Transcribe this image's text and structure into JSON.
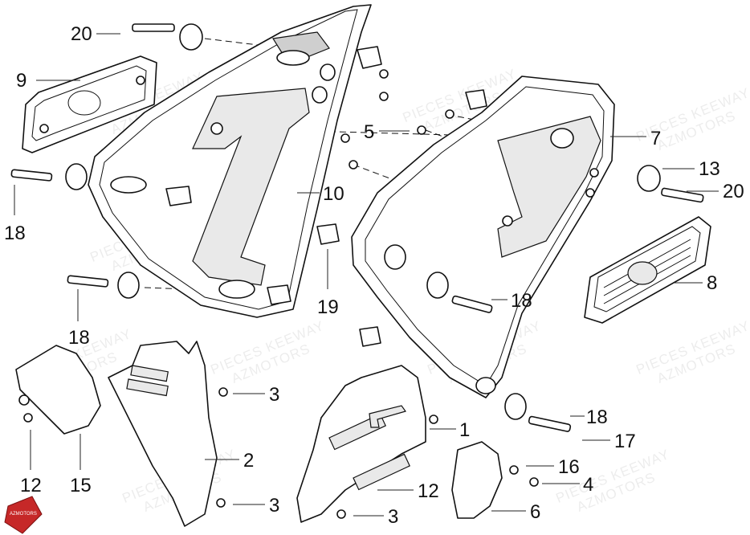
{
  "watermark": {
    "line1": "PIECES KEEWAY",
    "line2": "AZMOTORS"
  },
  "logo": {
    "text": "AZMOTORS",
    "color": "#c62828"
  },
  "callouts": [
    {
      "id": "c20a",
      "label": "20"
    },
    {
      "id": "c9",
      "label": "9"
    },
    {
      "id": "c18a",
      "label": "18"
    },
    {
      "id": "c10",
      "label": "10"
    },
    {
      "id": "c5",
      "label": "5"
    },
    {
      "id": "c7",
      "label": "7"
    },
    {
      "id": "c13",
      "label": "13"
    },
    {
      "id": "c20b",
      "label": "20"
    },
    {
      "id": "c8",
      "label": "8"
    },
    {
      "id": "c19",
      "label": "19"
    },
    {
      "id": "c18b",
      "label": "18"
    },
    {
      "id": "c18c",
      "label": "18"
    },
    {
      "id": "c3a",
      "label": "3"
    },
    {
      "id": "c18d",
      "label": "18"
    },
    {
      "id": "c1",
      "label": "1"
    },
    {
      "id": "c17",
      "label": "17"
    },
    {
      "id": "c2",
      "label": "2"
    },
    {
      "id": "c16",
      "label": "16"
    },
    {
      "id": "c12a",
      "label": "12"
    },
    {
      "id": "c4",
      "label": "4"
    },
    {
      "id": "c15",
      "label": "15"
    },
    {
      "id": "c12b",
      "label": "12"
    },
    {
      "id": "c3b",
      "label": "3"
    },
    {
      "id": "c3c",
      "label": "3"
    },
    {
      "id": "c6",
      "label": "6"
    }
  ]
}
